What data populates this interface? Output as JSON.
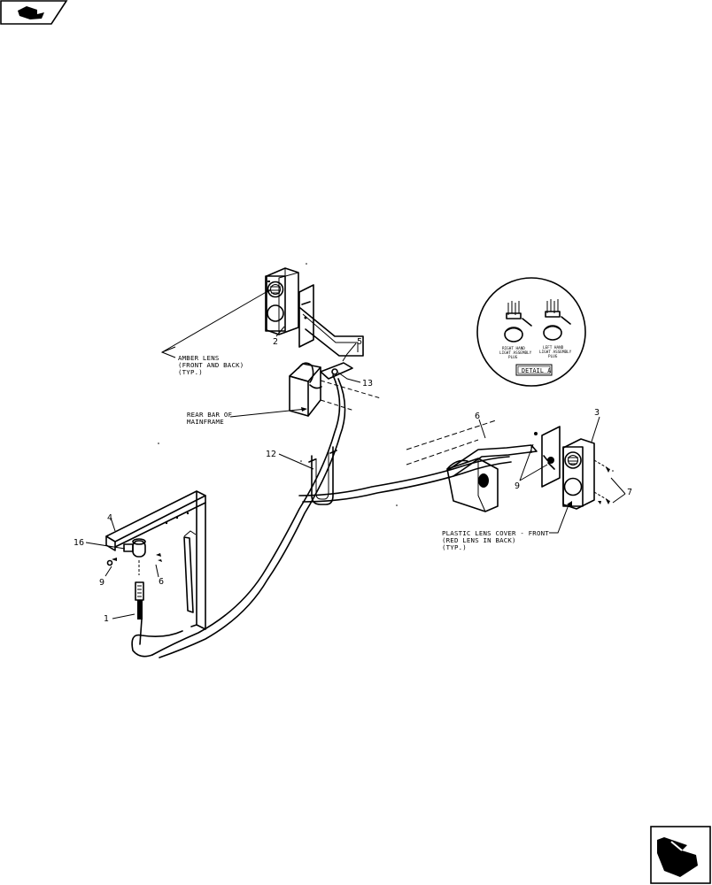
{
  "callouts": {
    "c1": "1",
    "c2": "2",
    "c3": "3",
    "c4": "4",
    "c5": "5",
    "c6": "6",
    "c6b": "6",
    "c7": "7",
    "c9": "9",
    "c9b": "9",
    "c12": "12",
    "c13": "13",
    "c16": "16"
  },
  "notes": {
    "amber_1": "AMBER LENS",
    "amber_2": "(FRONT AND BACK)",
    "amber_3": "(TYP.)",
    "rear_1": "REAR BAR OF",
    "rear_2": "MAINFRAME",
    "plastic_1": "PLASTIC LENS COVER - FRONT",
    "plastic_2": "(RED LENS IN BACK)",
    "plastic_3": "(TYP.)"
  },
  "detail": {
    "right_1": "RIGHT HAND",
    "right_2": "LIGHT ASSEMBLY",
    "right_3": "PLUG",
    "left_1": "LEFT HAND",
    "left_2": "LIGHT ASSEMBLY",
    "left_3": "PLUG",
    "title": "DETAIL A"
  },
  "icons": {
    "top_left": "book-nav-icon",
    "bottom_right": "next-page-arrow-icon"
  }
}
